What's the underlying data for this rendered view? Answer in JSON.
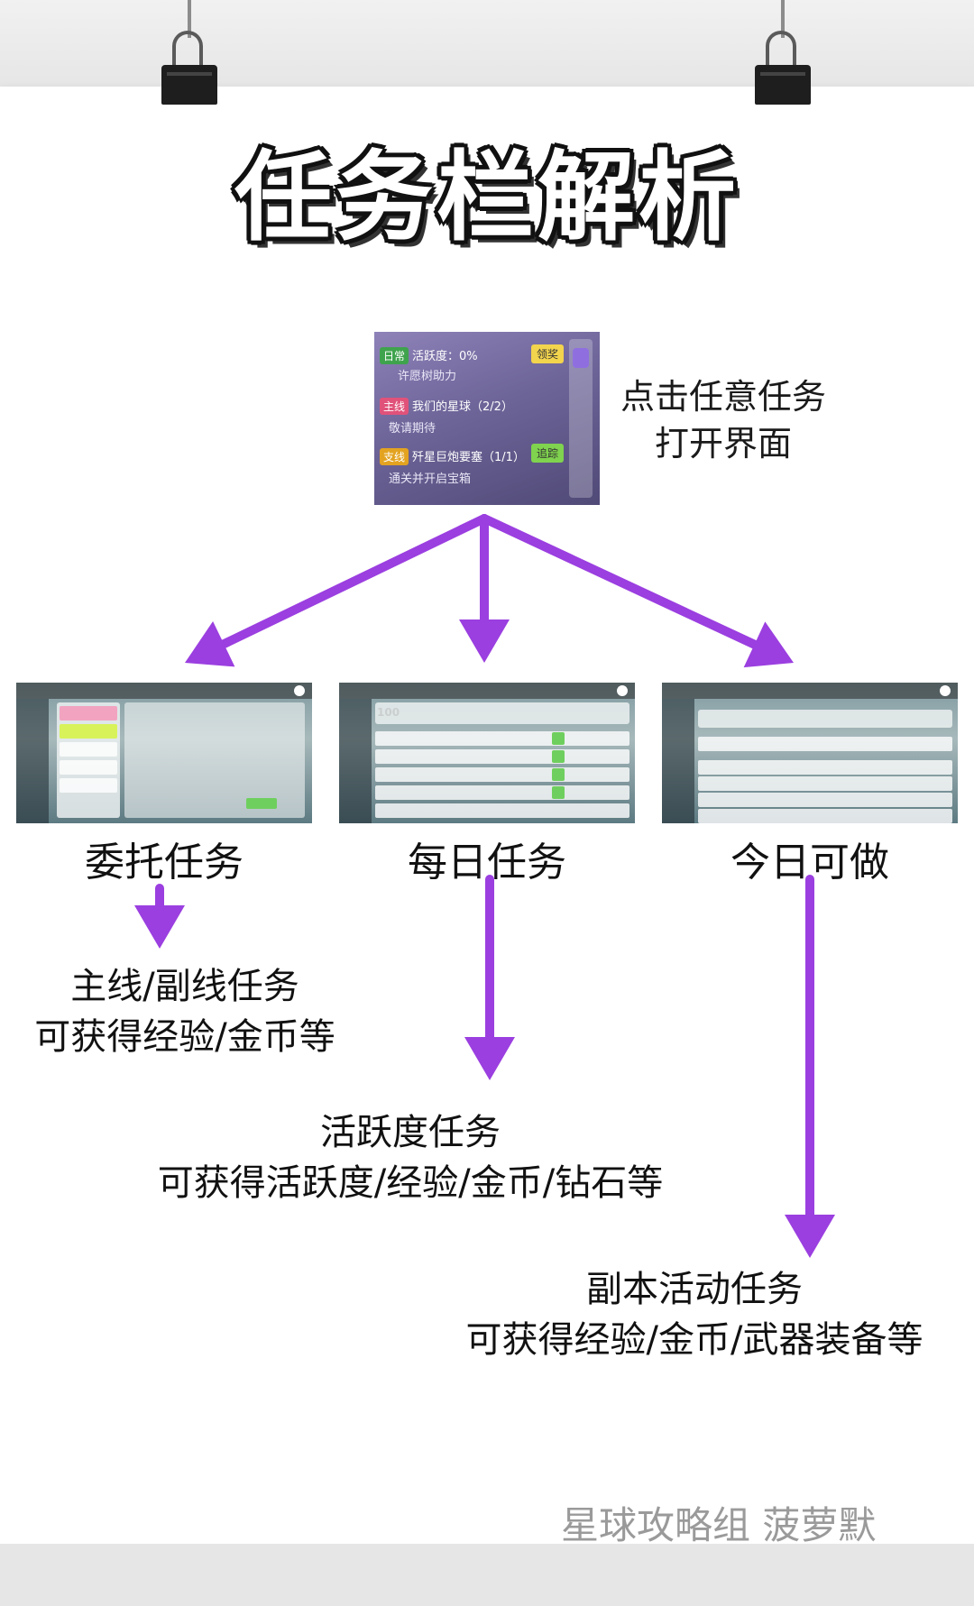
{
  "title": "任务栏解析",
  "source_screenshot": {
    "rows": [
      {
        "tag": "日常",
        "text": "活跃度：0%",
        "sub": "许愿树助力"
      },
      {
        "tag": "主线",
        "text": "我们的星球（2/2）",
        "sub": "敬请期待"
      },
      {
        "tag": "支线",
        "text": "歼星巨炮要塞（1/1）",
        "sub": "通关并开启宝箱"
      }
    ],
    "claim_button": "领奖",
    "track_button": "追踪"
  },
  "open_note": [
    "点击任意任务",
    "打开界面"
  ],
  "categories": [
    {
      "label": "委托任务",
      "desc": [
        "主线/副线任务",
        "可获得经验/金币等"
      ]
    },
    {
      "label": "每日任务",
      "desc": [
        "活跃度任务",
        "可获得活跃度/经验/金币/钻石等"
      ],
      "counter": "100"
    },
    {
      "label": "今日可做",
      "desc": [
        "副本活动任务",
        "可获得经验/金币/武器装备等"
      ]
    }
  ],
  "credit": "星球攻略组 菠萝默",
  "colors": {
    "arrow": "#9b3fe0",
    "text": "#111111",
    "credit": "#9a9a9a"
  }
}
